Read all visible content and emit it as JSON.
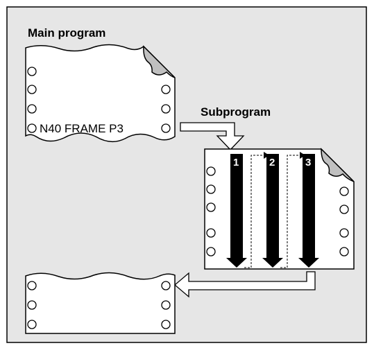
{
  "labels": {
    "main_program": "Main program",
    "subprogram": "Subprogram",
    "code_line": "N40 FRAME P3"
  },
  "pass_numbers": [
    "1",
    "2",
    "3"
  ],
  "colors": {
    "background": "#e6e6e6",
    "paper": "#ffffff",
    "outline": "#000000",
    "fold": "#c0c0c0",
    "arrow_fill": "#000000"
  }
}
